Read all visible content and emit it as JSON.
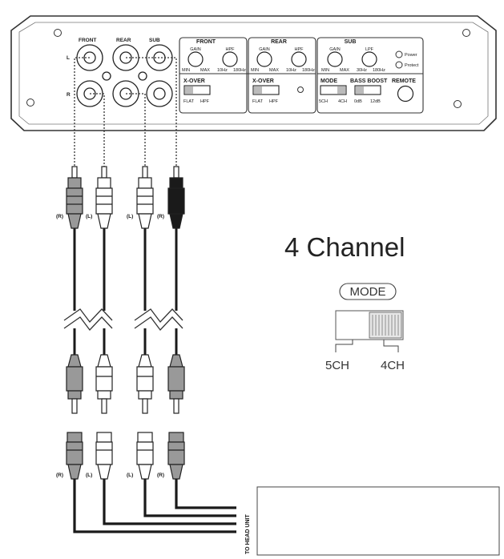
{
  "amp": {
    "inputs": {
      "front": "FRONT",
      "rear": "REAR",
      "sub": "SUB",
      "left": "L",
      "right": "R"
    },
    "sections": {
      "front": {
        "title": "FRONT",
        "gain": "GAIN",
        "filter": "HPF",
        "gain_min": "MIN",
        "gain_max": "MAX",
        "freq_min": "10Hz",
        "freq_max": "180Hz"
      },
      "rear": {
        "title": "REAR",
        "gain": "GAIN",
        "filter": "HPF",
        "gain_min": "MIN",
        "gain_max": "MAX",
        "freq_min": "10Hz",
        "freq_max": "180Hz"
      },
      "sub": {
        "title": "SUB",
        "gain": "GAIN",
        "filter": "LPF",
        "gain_min": "MIN",
        "gain_max": "MAX",
        "freq_min": "30Hz",
        "freq_max": "180Hz"
      }
    },
    "xover_front": {
      "label": "X-OVER",
      "left": "FLAT",
      "right": "HPF"
    },
    "xover_rear": {
      "label": "X-OVER",
      "left": "FLAT",
      "right": "HPF"
    },
    "mode": {
      "label": "MODE",
      "left": "5CH",
      "right": "4CH"
    },
    "bass_boost": {
      "label": "BASS BOOST",
      "left": "0dB",
      "right": "12dB"
    },
    "remote": "REMOTE",
    "power": "Power",
    "protect": "Protect"
  },
  "cables": {
    "top_labels": [
      "(R)",
      "(L)",
      "(L)",
      "(R)"
    ],
    "bottom_labels": [
      "(R)",
      "(L)",
      "(L)",
      "(R)"
    ]
  },
  "headline": "4 Channel",
  "mode_detail": {
    "label": "MODE",
    "left": "5CH",
    "right": "4CH"
  },
  "head_unit": "TO HEAD UNIT"
}
